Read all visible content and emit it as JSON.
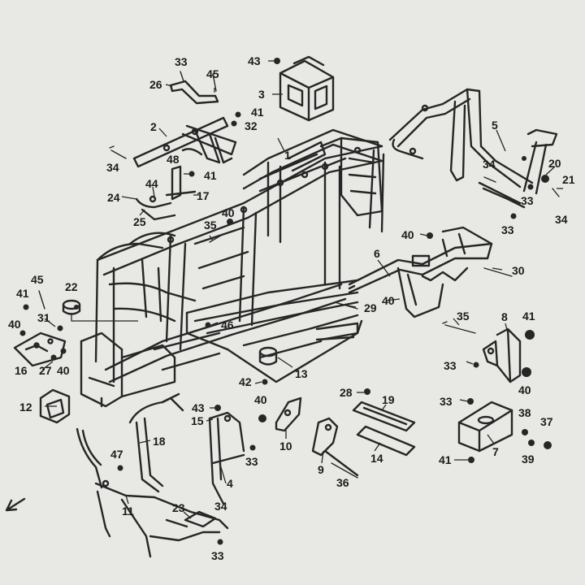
{
  "diagram": {
    "callouts": [
      {
        "id": "c1",
        "text": "1"
      },
      {
        "id": "c2",
        "text": "2"
      },
      {
        "id": "c3",
        "text": "3"
      },
      {
        "id": "c4",
        "text": "4"
      },
      {
        "id": "c5",
        "text": "5"
      },
      {
        "id": "c6",
        "text": "6"
      },
      {
        "id": "c7",
        "text": "7"
      },
      {
        "id": "c8",
        "text": "8"
      },
      {
        "id": "c9",
        "text": "9"
      },
      {
        "id": "c10",
        "text": "10"
      },
      {
        "id": "c11",
        "text": "11"
      },
      {
        "id": "c12",
        "text": "12"
      },
      {
        "id": "c13",
        "text": "13"
      },
      {
        "id": "c14",
        "text": "14"
      },
      {
        "id": "c15",
        "text": "15"
      },
      {
        "id": "c16",
        "text": "16"
      },
      {
        "id": "c17",
        "text": "17"
      },
      {
        "id": "c18",
        "text": "18"
      },
      {
        "id": "c19",
        "text": "19"
      },
      {
        "id": "c20",
        "text": "20"
      },
      {
        "id": "c21",
        "text": "21"
      },
      {
        "id": "c22",
        "text": "22"
      },
      {
        "id": "c23",
        "text": "23"
      },
      {
        "id": "c24",
        "text": "24"
      },
      {
        "id": "c25",
        "text": "25"
      },
      {
        "id": "c26",
        "text": "26"
      },
      {
        "id": "c27",
        "text": "27"
      },
      {
        "id": "c28",
        "text": "28"
      },
      {
        "id": "c29",
        "text": "29"
      },
      {
        "id": "c30",
        "text": "30"
      },
      {
        "id": "c31",
        "text": "31"
      },
      {
        "id": "c32",
        "text": "32"
      },
      {
        "id": "c33a",
        "text": "33"
      },
      {
        "id": "c33b",
        "text": "33"
      },
      {
        "id": "c33c",
        "text": "33"
      },
      {
        "id": "c33d",
        "text": "33"
      },
      {
        "id": "c33e",
        "text": "33"
      },
      {
        "id": "c33f",
        "text": "33"
      },
      {
        "id": "c33g",
        "text": "33"
      },
      {
        "id": "c34a",
        "text": "34"
      },
      {
        "id": "c34b",
        "text": "34"
      },
      {
        "id": "c34c",
        "text": "34"
      },
      {
        "id": "c34d",
        "text": "34"
      },
      {
        "id": "c35a",
        "text": "35"
      },
      {
        "id": "c35b",
        "text": "35"
      },
      {
        "id": "c36",
        "text": "36"
      },
      {
        "id": "c37",
        "text": "37"
      },
      {
        "id": "c38",
        "text": "38"
      },
      {
        "id": "c39",
        "text": "39"
      },
      {
        "id": "c40a",
        "text": "40"
      },
      {
        "id": "c40b",
        "text": "40"
      },
      {
        "id": "c40c",
        "text": "40"
      },
      {
        "id": "c40d",
        "text": "40"
      },
      {
        "id": "c40e",
        "text": "40"
      },
      {
        "id": "c40f",
        "text": "40"
      },
      {
        "id": "c40g",
        "text": "40"
      },
      {
        "id": "c41a",
        "text": "41"
      },
      {
        "id": "c41b",
        "text": "41"
      },
      {
        "id": "c41c",
        "text": "41"
      },
      {
        "id": "c41d",
        "text": "41"
      },
      {
        "id": "c41e",
        "text": "41"
      },
      {
        "id": "c42",
        "text": "42"
      },
      {
        "id": "c43a",
        "text": "43"
      },
      {
        "id": "c43b",
        "text": "43"
      },
      {
        "id": "c44",
        "text": "44"
      },
      {
        "id": "c45a",
        "text": "45"
      },
      {
        "id": "c45b",
        "text": "45"
      },
      {
        "id": "c46",
        "text": "46"
      },
      {
        "id": "c47",
        "text": "47"
      },
      {
        "id": "c48",
        "text": "48"
      }
    ]
  }
}
